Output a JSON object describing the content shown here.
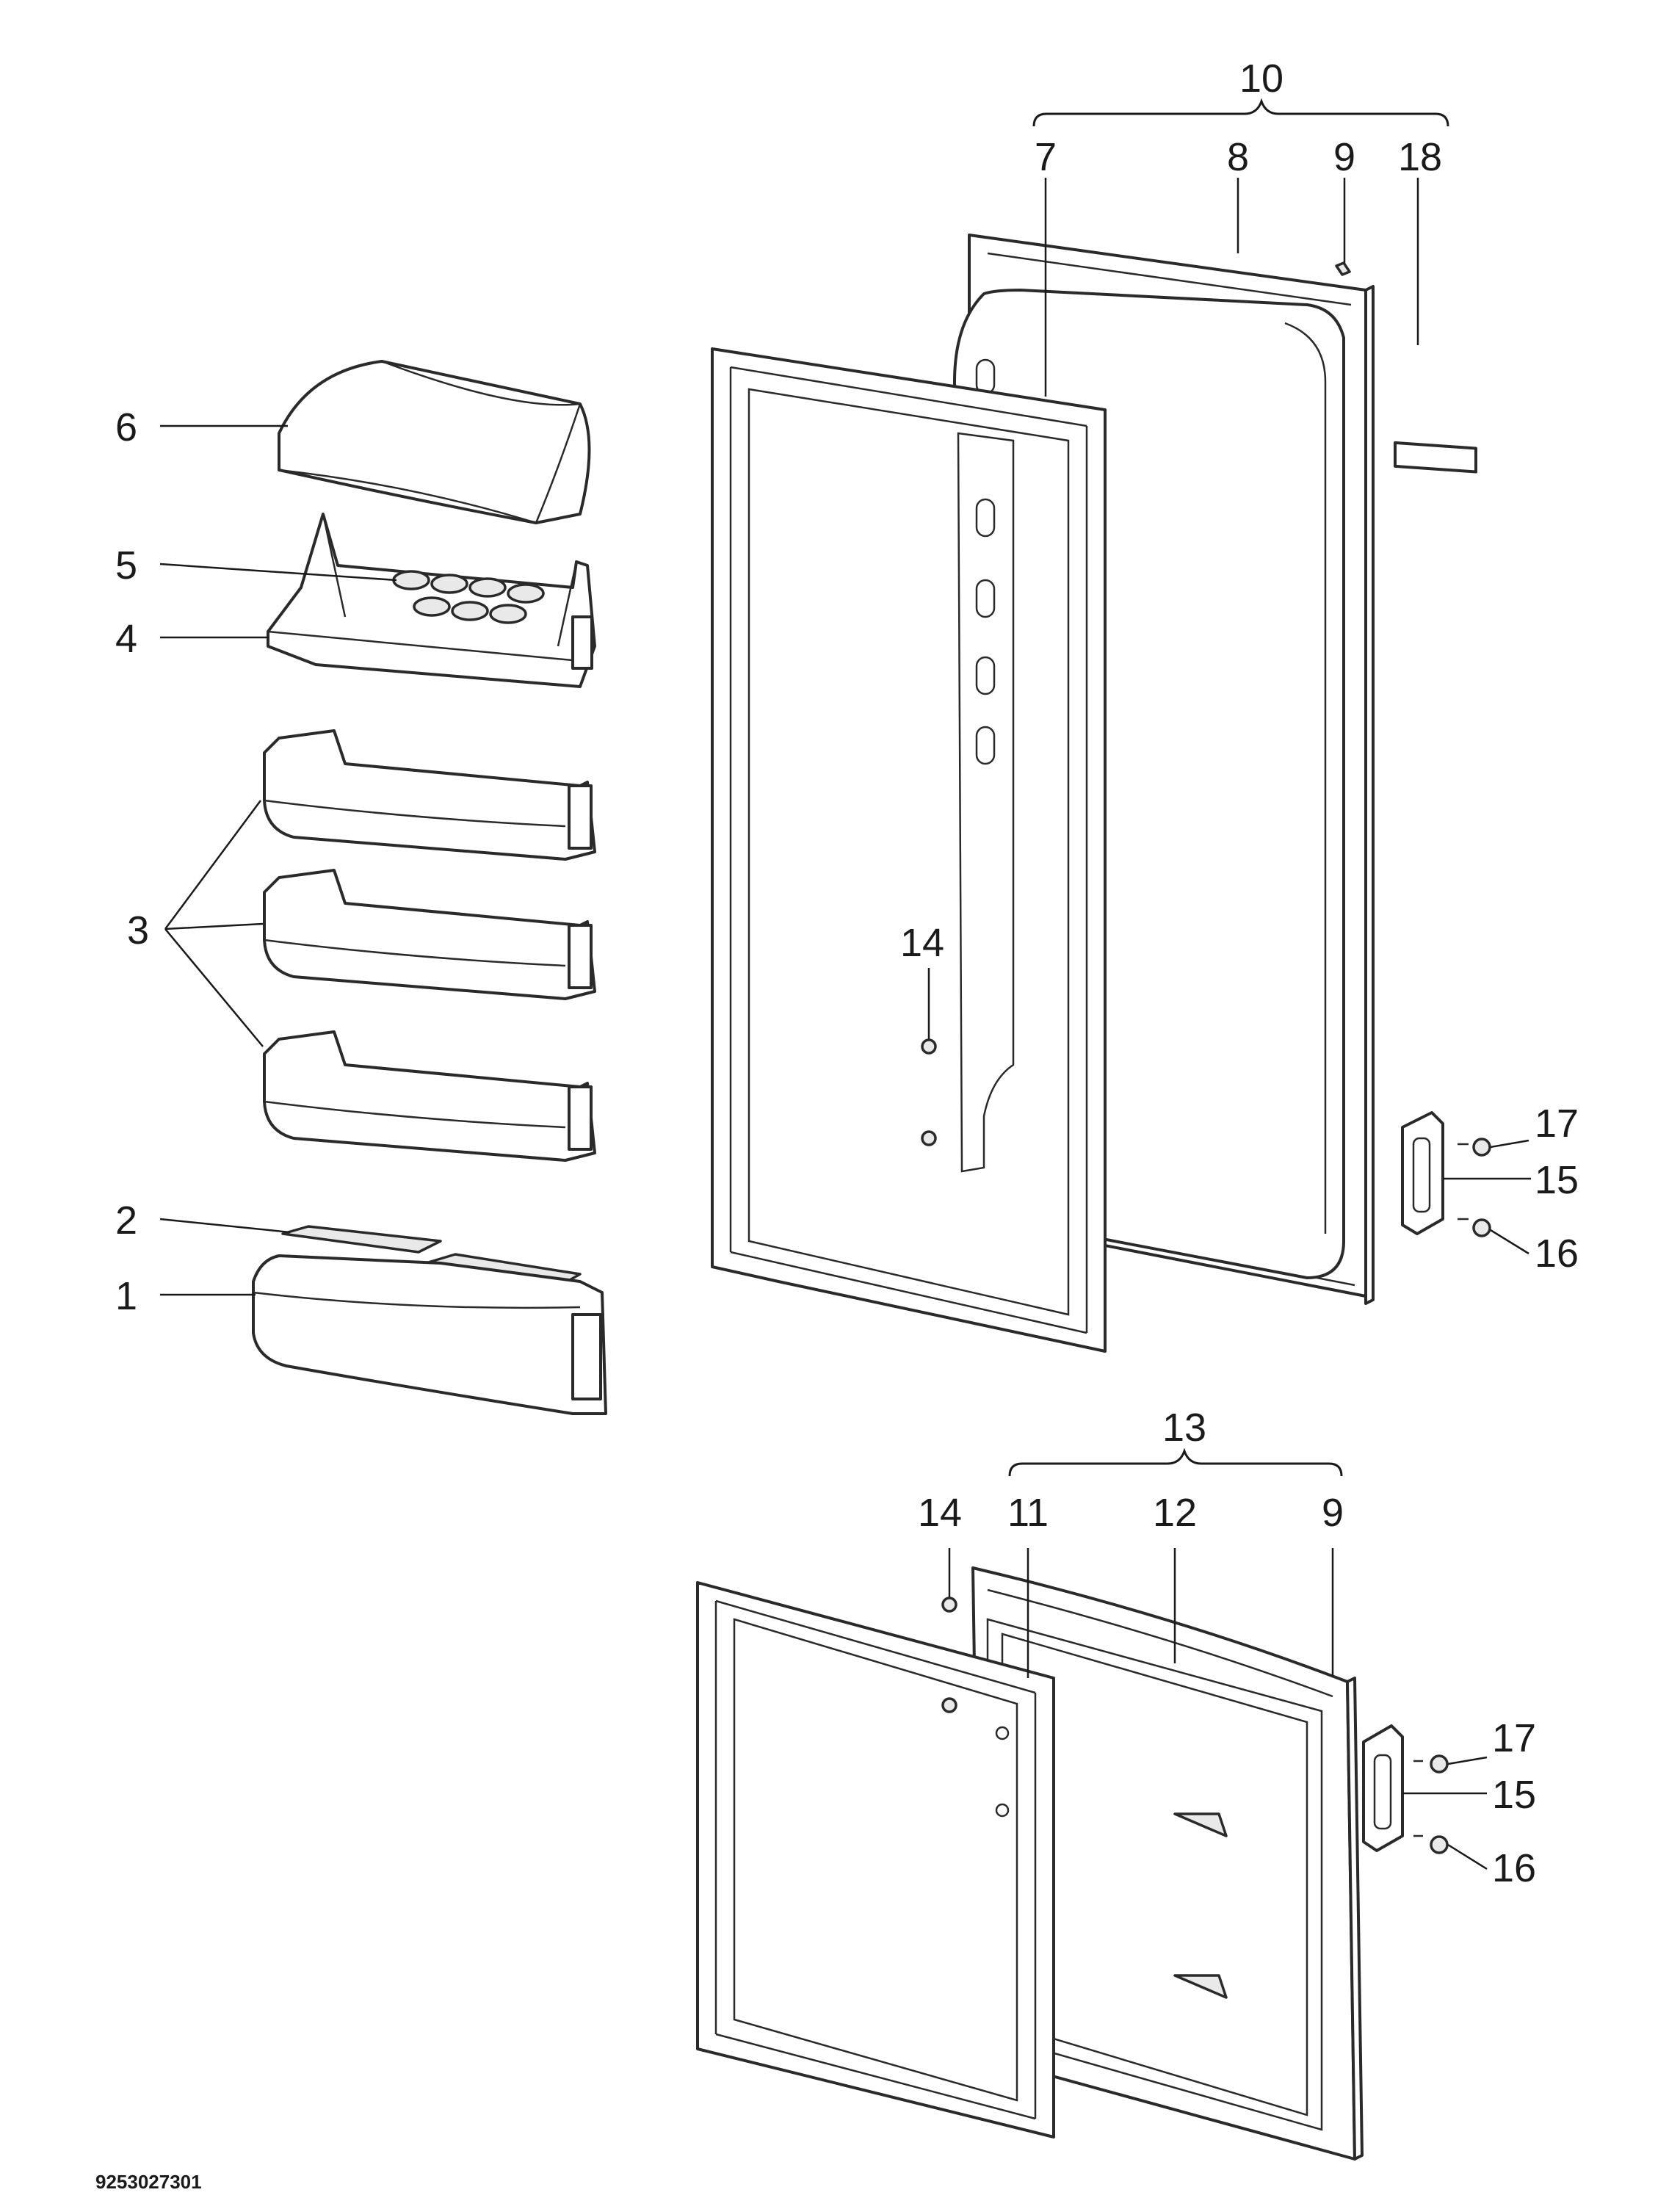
{
  "callouts": {
    "c1": "1",
    "c2": "2",
    "c3": "3",
    "c4": "4",
    "c5": "5",
    "c6": "6",
    "c7": "7",
    "c8": "8",
    "c9_top": "9",
    "c10": "10",
    "c18": "18",
    "c14_top": "14",
    "c17_top": "17",
    "c15_top": "15",
    "c16_top": "16",
    "c13": "13",
    "c14_bottom": "14",
    "c11": "11",
    "c12": "12",
    "c9_bottom": "9",
    "c17_bottom": "17",
    "c15_bottom": "15",
    "c16_bottom": "16"
  },
  "drawing_code": "9253027301",
  "colors": {
    "line": "#2a2a2a",
    "shade": "#e9e9e9",
    "background": "#ffffff"
  }
}
